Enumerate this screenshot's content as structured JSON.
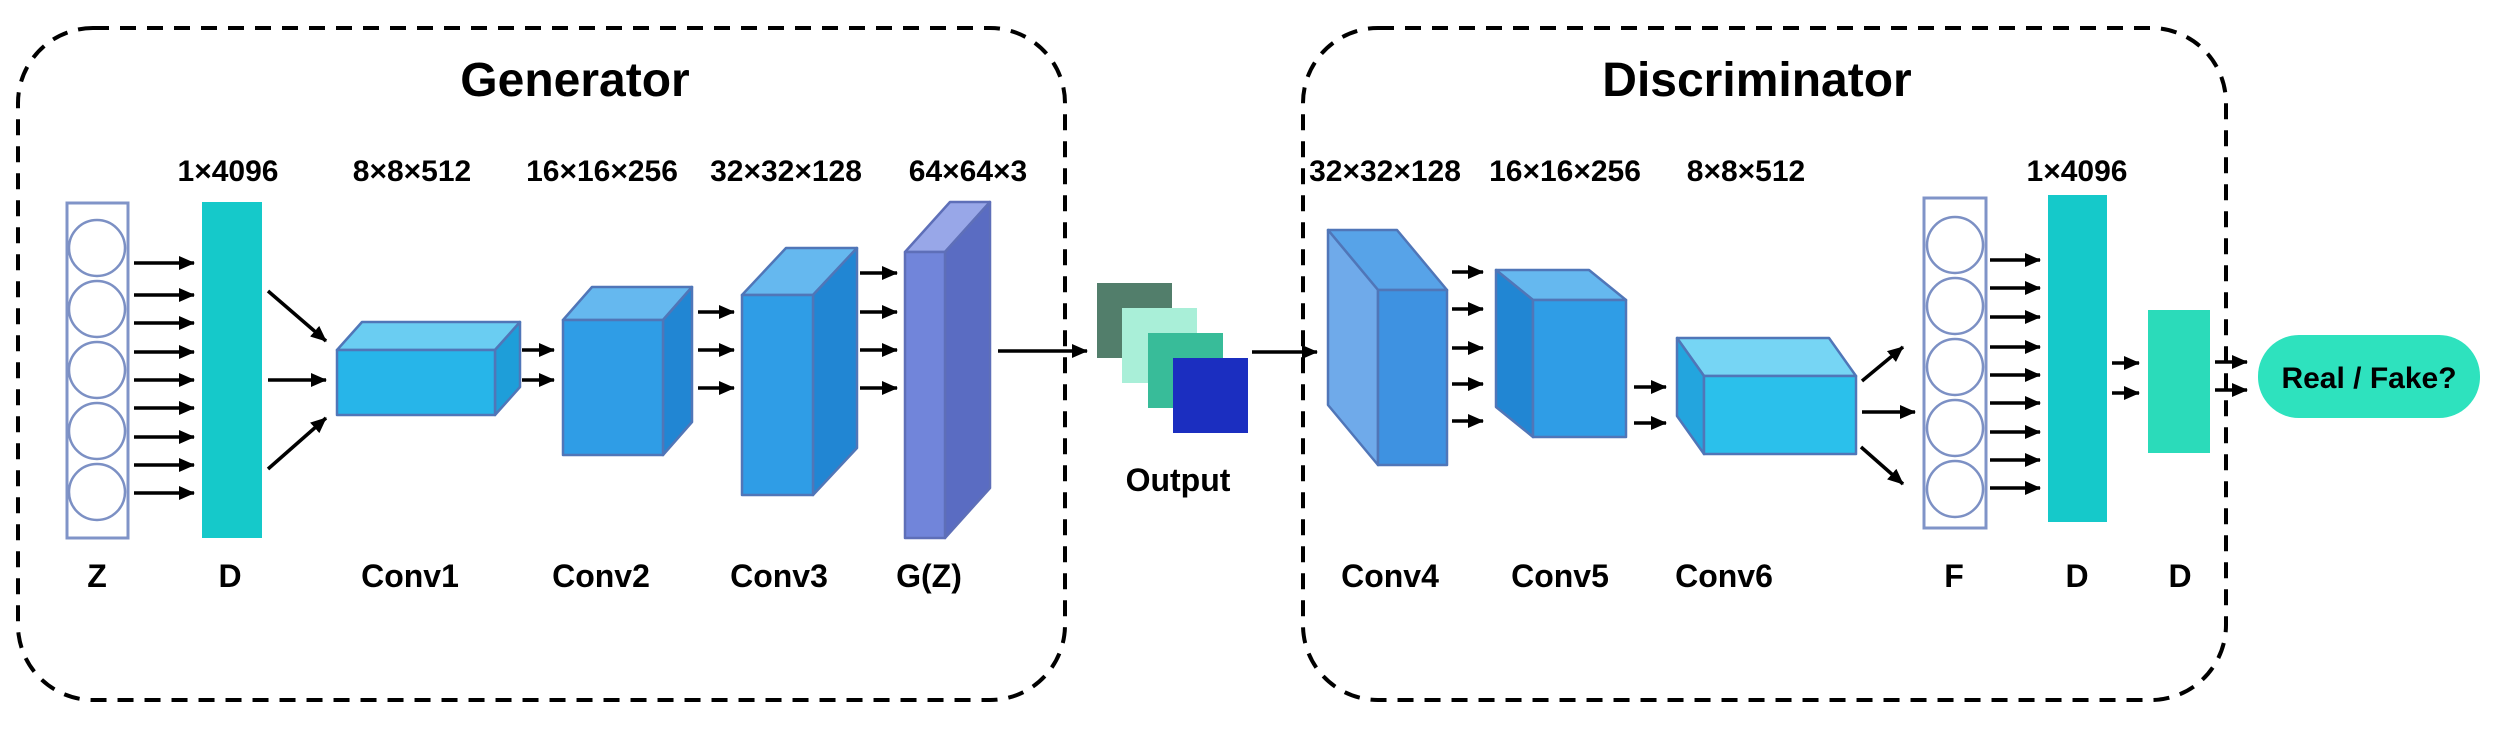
{
  "generator": {
    "title": "Generator",
    "dim_labels": [
      "1×4096",
      "8×8×512",
      "16×16×256",
      "32×32×128",
      "64×64×3"
    ],
    "layer_labels": [
      "Z",
      "D",
      "Conv1",
      "Conv2",
      "Conv3",
      "G(Z)"
    ]
  },
  "output": {
    "label": "Output"
  },
  "discriminator": {
    "title": "Discriminator",
    "dim_labels": [
      "32×32×128",
      "16×16×256",
      "8×8×512",
      "1×4096"
    ],
    "layer_labels": [
      "Conv4",
      "Conv5",
      "Conv6",
      "F",
      "D",
      "D"
    ]
  },
  "result": {
    "label": "Real / Fake?"
  },
  "colors": {
    "teal_bar": "#15C9CA",
    "teal_bar_small": "#2BDBBA",
    "pill": "#2EE2BE",
    "conv_front": "#2F9DE6",
    "conv_top": "#65B8EF",
    "conv_side": "#2186D3",
    "conv1_front": "#27B5E9",
    "conv1_top": "#6ACDF2",
    "conv1_side": "#1E9ED9",
    "conv4_front": "#3E92E1",
    "conv4_left": "#6FAAEA",
    "conv4_top": "#57A3E8",
    "conv6_front": "#2BC0EB",
    "conv6_left": "#23A5DE",
    "con6_top": "#76D5F4",
    "conv6_top": "#76D5F4",
    "gz_front": "#7185DA",
    "gz_top": "#98A7E8",
    "gz_side": "#5A6CC2",
    "out_sq1": "#527E6B",
    "out_sq2": "#A9EFD8",
    "out_sq3": "#38BC99",
    "out_sq4": "#1B2EC0"
  }
}
